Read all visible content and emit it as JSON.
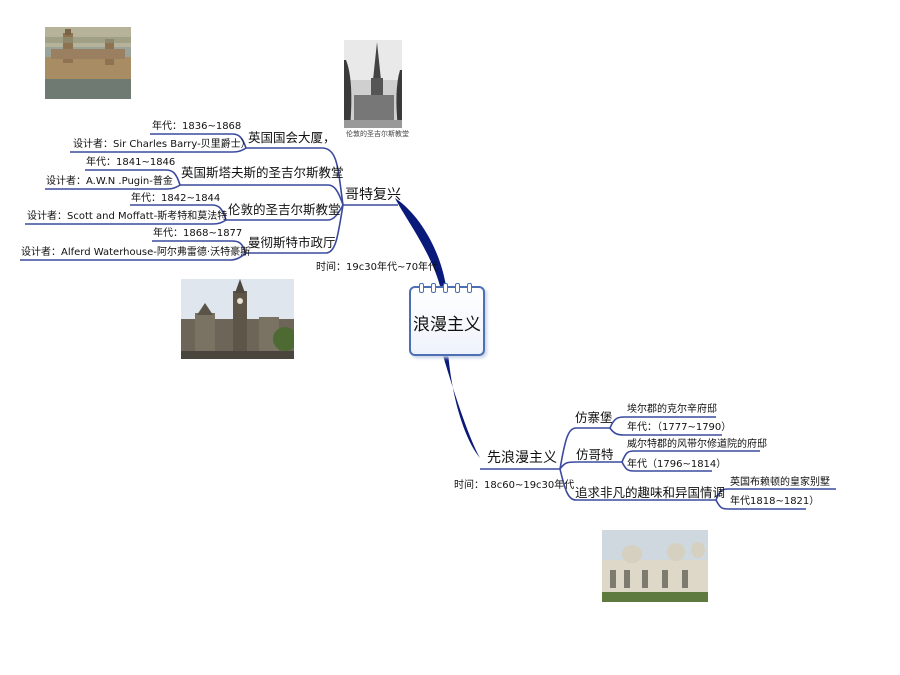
{
  "center": {
    "title": "浪漫主义"
  },
  "gothic": {
    "label": "哥特复兴",
    "time": "时间：19c30年代~70年代",
    "items": [
      {
        "name": "英国国会大厦，",
        "year": "年代：1836~1868",
        "designer": "设计者：Sir Charles Barry-贝里爵士）"
      },
      {
        "name": "英国斯塔夫斯的圣吉尔斯教堂",
        "year": "年代：1841~1846",
        "designer": "设计者：A.W.N .Pugin-普金"
      },
      {
        "name": "伦敦的圣吉尔斯教堂",
        "year": "年代：1842~1844",
        "designer": "设计者：Scott and Moffatt-斯考特和莫法特"
      },
      {
        "name": "曼彻斯特市政厅",
        "year": "年代：1868~1877",
        "designer": "设计者：Alferd Waterhouse-阿尔弗雷德·沃特豪斯"
      }
    ],
    "church_caption": "伦敦的圣吉尔斯教堂"
  },
  "early": {
    "label": "先浪漫主义",
    "time": "时间：18c60~19c30年代",
    "castle": {
      "label": "仿寨堡",
      "place": "埃尔郡的克尔辛府邸",
      "year": "年代：（1777~1790）"
    },
    "gothic": {
      "label": "仿哥特",
      "place": "威尔特郡的风带尔修道院的府邸",
      "year": "年代（1796~1814）"
    },
    "exotic": {
      "label": "追求非凡的趣味和异国情调",
      "place": "英国布赖顿的皇家别墅",
      "year": "年代1818~1821）"
    }
  },
  "colors": {
    "line": "#3b4a9e",
    "branch": "#0a1a7a"
  }
}
